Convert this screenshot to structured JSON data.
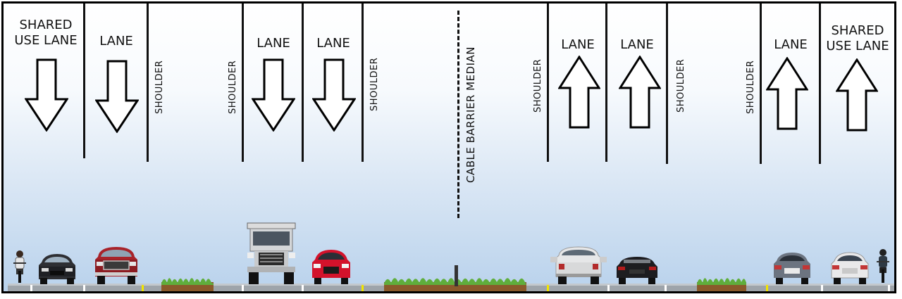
{
  "labels": {
    "shared_use_left": "SHARED\nUSE LANE",
    "lane_1": "LANE",
    "shoulder_1": "SHOULDER",
    "shoulder_2": "SHOULDER",
    "lane_2": "LANE",
    "lane_3": "LANE",
    "shoulder_3": "SHOULDER",
    "median": "CABLE BARRIER MEDIAN",
    "shoulder_4": "SHOULDER",
    "lane_4": "LANE",
    "lane_5": "LANE",
    "shoulder_5": "SHOULDER",
    "shoulder_6": "SHOULDER",
    "lane_6": "LANE",
    "shared_use_right": "SHARED\nUSE LANE"
  },
  "directions": {
    "left_roadway": "down",
    "right_roadway": "up"
  },
  "vehicles": [
    {
      "kind": "bicycle",
      "lane": "shared_use_left"
    },
    {
      "kind": "car-dark",
      "lane": "shared_use_left"
    },
    {
      "kind": "pickup-truck-red",
      "lane": "lane_1"
    },
    {
      "kind": "semi-truck",
      "lane": "lane_2"
    },
    {
      "kind": "car-red",
      "lane": "lane_3"
    },
    {
      "kind": "pickup-truck-silver",
      "lane": "lane_4"
    },
    {
      "kind": "convertible-black",
      "lane": "lane_5"
    },
    {
      "kind": "car-gray",
      "lane": "lane_6"
    },
    {
      "kind": "car-white",
      "lane": "shared_use_right"
    },
    {
      "kind": "bicycle",
      "lane": "shared_use_right"
    }
  ],
  "colors": {
    "sky_top": "#ffffff",
    "sky_bottom": "#b9d2ec",
    "pavement": "#9ea4aa",
    "yellow_stripe": "#f2e600",
    "white_stripe": "#ffffff",
    "grass": "#5fae3c",
    "soil": "#8a5a2b"
  }
}
